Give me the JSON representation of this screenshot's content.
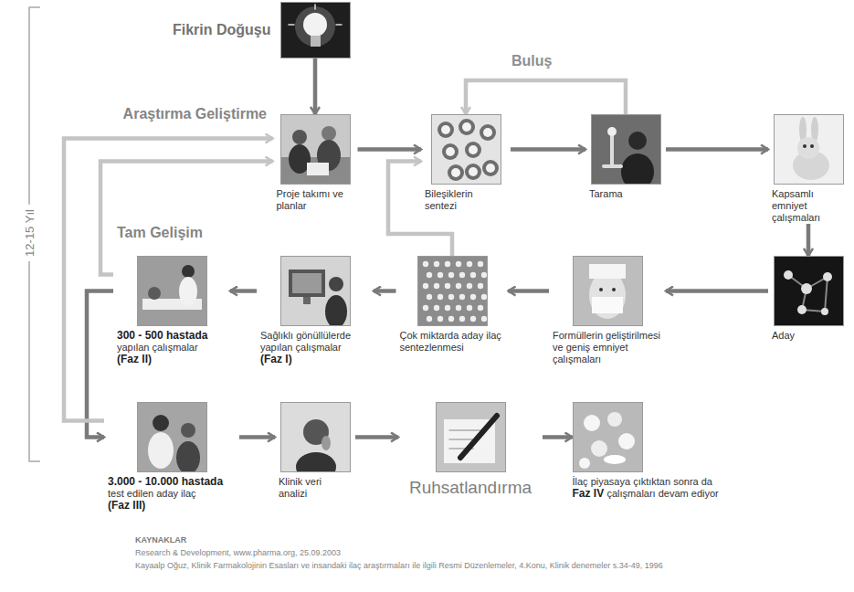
{
  "diagram": {
    "nodes": [
      {
        "text": [
          "Fikrin Doğuşu"
        ]
      },
      {
        "text": [
          "Proje takımı ve planlar"
        ]
      },
      {
        "text": [
          "Bileşiklerin sentezi"
        ]
      },
      {
        "text": [
          "Tarama"
        ]
      },
      {
        "text": [
          "Kapsamlı emniyet çalışmaları"
        ]
      },
      {
        "text": [
          "Aday"
        ]
      },
      {
        "text": [
          "Formüllerin geliştirilmesi ve geniş emniyet çalışmaları"
        ]
      },
      {
        "text": [
          "Çok miktarda aday ilaç sentezlenmesi"
        ]
      },
      {
        "text": [
          "Sağlıklı gönüllülerde yapılan çalışmalar",
          "(Faz I)"
        ]
      },
      {
        "text": [
          "300 - 500 hastada",
          "yapılan çalışmalar",
          "(Faz II)"
        ]
      },
      {
        "text": [
          "3.000 - 10.000 hastada",
          "test edilen aday ilaç",
          "(Faz III)"
        ]
      },
      {
        "text": [
          "Klinik veri analizi"
        ]
      },
      {
        "text": [
          "Ruhsatlandırma"
        ]
      },
      {
        "text": [
          "İlaç piyasaya çıktıktan sonra da",
          "Faz IV",
          "çalışmaları devam ediyor"
        ]
      }
    ],
    "edges": [
      {
        "from": 0,
        "to": 1,
        "arrow": "to"
      },
      {
        "from": 1,
        "to": 2,
        "arrow": "to"
      },
      {
        "from": 2,
        "to": 3,
        "arrow": "to"
      },
      {
        "from": 3,
        "to": 4,
        "arrow": "to"
      },
      {
        "from": 4,
        "to": 5,
        "arrow": "to"
      },
      {
        "from": 5,
        "to": 6,
        "arrow": "to"
      },
      {
        "from": 6,
        "to": 7,
        "arrow": "to"
      },
      {
        "from": 7,
        "to": 8,
        "arrow": "to"
      },
      {
        "from": 8,
        "to": 9,
        "arrow": "to"
      },
      {
        "from": 9,
        "to": 10,
        "arrow": "to"
      },
      {
        "from": 10,
        "to": 11,
        "arrow": "to"
      },
      {
        "from": 11,
        "to": 12,
        "arrow": "to"
      },
      {
        "from": 12,
        "to": 13,
        "arrow": "to"
      },
      {
        "from": 3,
        "to": 2,
        "arrow": "to"
      },
      {
        "from": 7,
        "to": 2,
        "arrow": "to"
      },
      {
        "from": 9,
        "to": 1,
        "arrow": "to"
      },
      {
        "from": 10,
        "to": 1,
        "arrow": "to"
      }
    ],
    "labels": [
      "12-15 Yıl",
      "Araştırma Geliştirme",
      "Buluş",
      "Tam Gelişim",
      "KAYNAKLAR",
      "Research & Development, www.pharma.org, 25.09.2003",
      "Kayaalp Oğuz, Klinik Farmakolojinin Esasları ve insandaki ilaç araştırmaları ile ilgili Resmi Düzenlemeler, 4.Konu, Klinik denemeler s.34-49, 1996"
    ]
  }
}
